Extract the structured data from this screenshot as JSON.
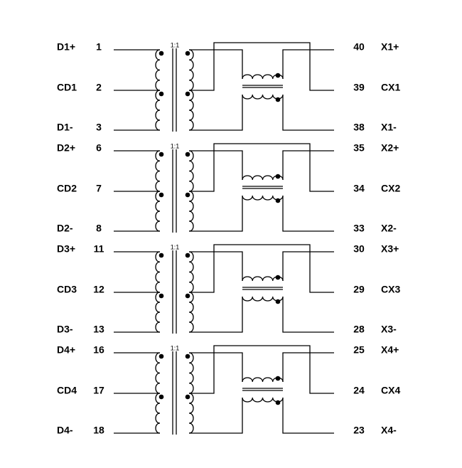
{
  "ratio_label": "1:1",
  "channels": [
    {
      "left": [
        {
          "name": "D1+",
          "pin": "1"
        },
        {
          "name": "CD1",
          "pin": "2"
        },
        {
          "name": "D1-",
          "pin": "3"
        }
      ],
      "right": [
        {
          "pin": "40",
          "name": "X1+"
        },
        {
          "pin": "39",
          "name": "CX1"
        },
        {
          "pin": "38",
          "name": "X1-"
        }
      ]
    },
    {
      "left": [
        {
          "name": "D2+",
          "pin": "6"
        },
        {
          "name": "CD2",
          "pin": "7"
        },
        {
          "name": "D2-",
          "pin": "8"
        }
      ],
      "right": [
        {
          "pin": "35",
          "name": "X2+"
        },
        {
          "pin": "34",
          "name": "CX2"
        },
        {
          "pin": "33",
          "name": "X2-"
        }
      ]
    },
    {
      "left": [
        {
          "name": "D3+",
          "pin": "11"
        },
        {
          "name": "CD3",
          "pin": "12"
        },
        {
          "name": "D3-",
          "pin": "13"
        }
      ],
      "right": [
        {
          "pin": "30",
          "name": "X3+"
        },
        {
          "pin": "29",
          "name": "CX3"
        },
        {
          "pin": "28",
          "name": "X3-"
        }
      ]
    },
    {
      "left": [
        {
          "name": "D4+",
          "pin": "16"
        },
        {
          "name": "CD4",
          "pin": "17"
        },
        {
          "name": "D4-",
          "pin": "18"
        }
      ],
      "right": [
        {
          "pin": "25",
          "name": "X4+"
        },
        {
          "pin": "24",
          "name": "CX4"
        },
        {
          "pin": "23",
          "name": "X4-"
        }
      ]
    }
  ]
}
